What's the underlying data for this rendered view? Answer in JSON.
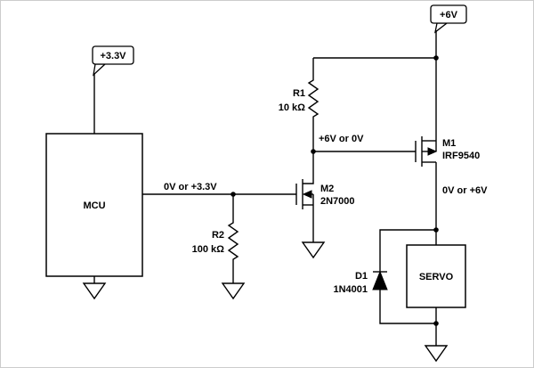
{
  "colors": {
    "wire": "#000000",
    "background": "#ffffff",
    "border": "#cccccc"
  },
  "schematic": {
    "power_flags": {
      "v33": "+3.3V",
      "v6": "+6V"
    },
    "components": {
      "mcu": {
        "label": "MCU"
      },
      "r1": {
        "ref": "R1",
        "value": "10 kΩ"
      },
      "r2": {
        "ref": "R2",
        "value": "100 kΩ"
      },
      "m1": {
        "ref": "M1",
        "part": "IRF9540"
      },
      "m2": {
        "ref": "M2",
        "part": "2N7000"
      },
      "d1": {
        "ref": "D1",
        "part": "1N4001"
      },
      "servo": {
        "label": "SERVO"
      }
    },
    "net_labels": {
      "mcu_output": "0V or +3.3V",
      "m2_drain": "+6V or 0V",
      "m1_drain": "0V or +6V"
    }
  }
}
